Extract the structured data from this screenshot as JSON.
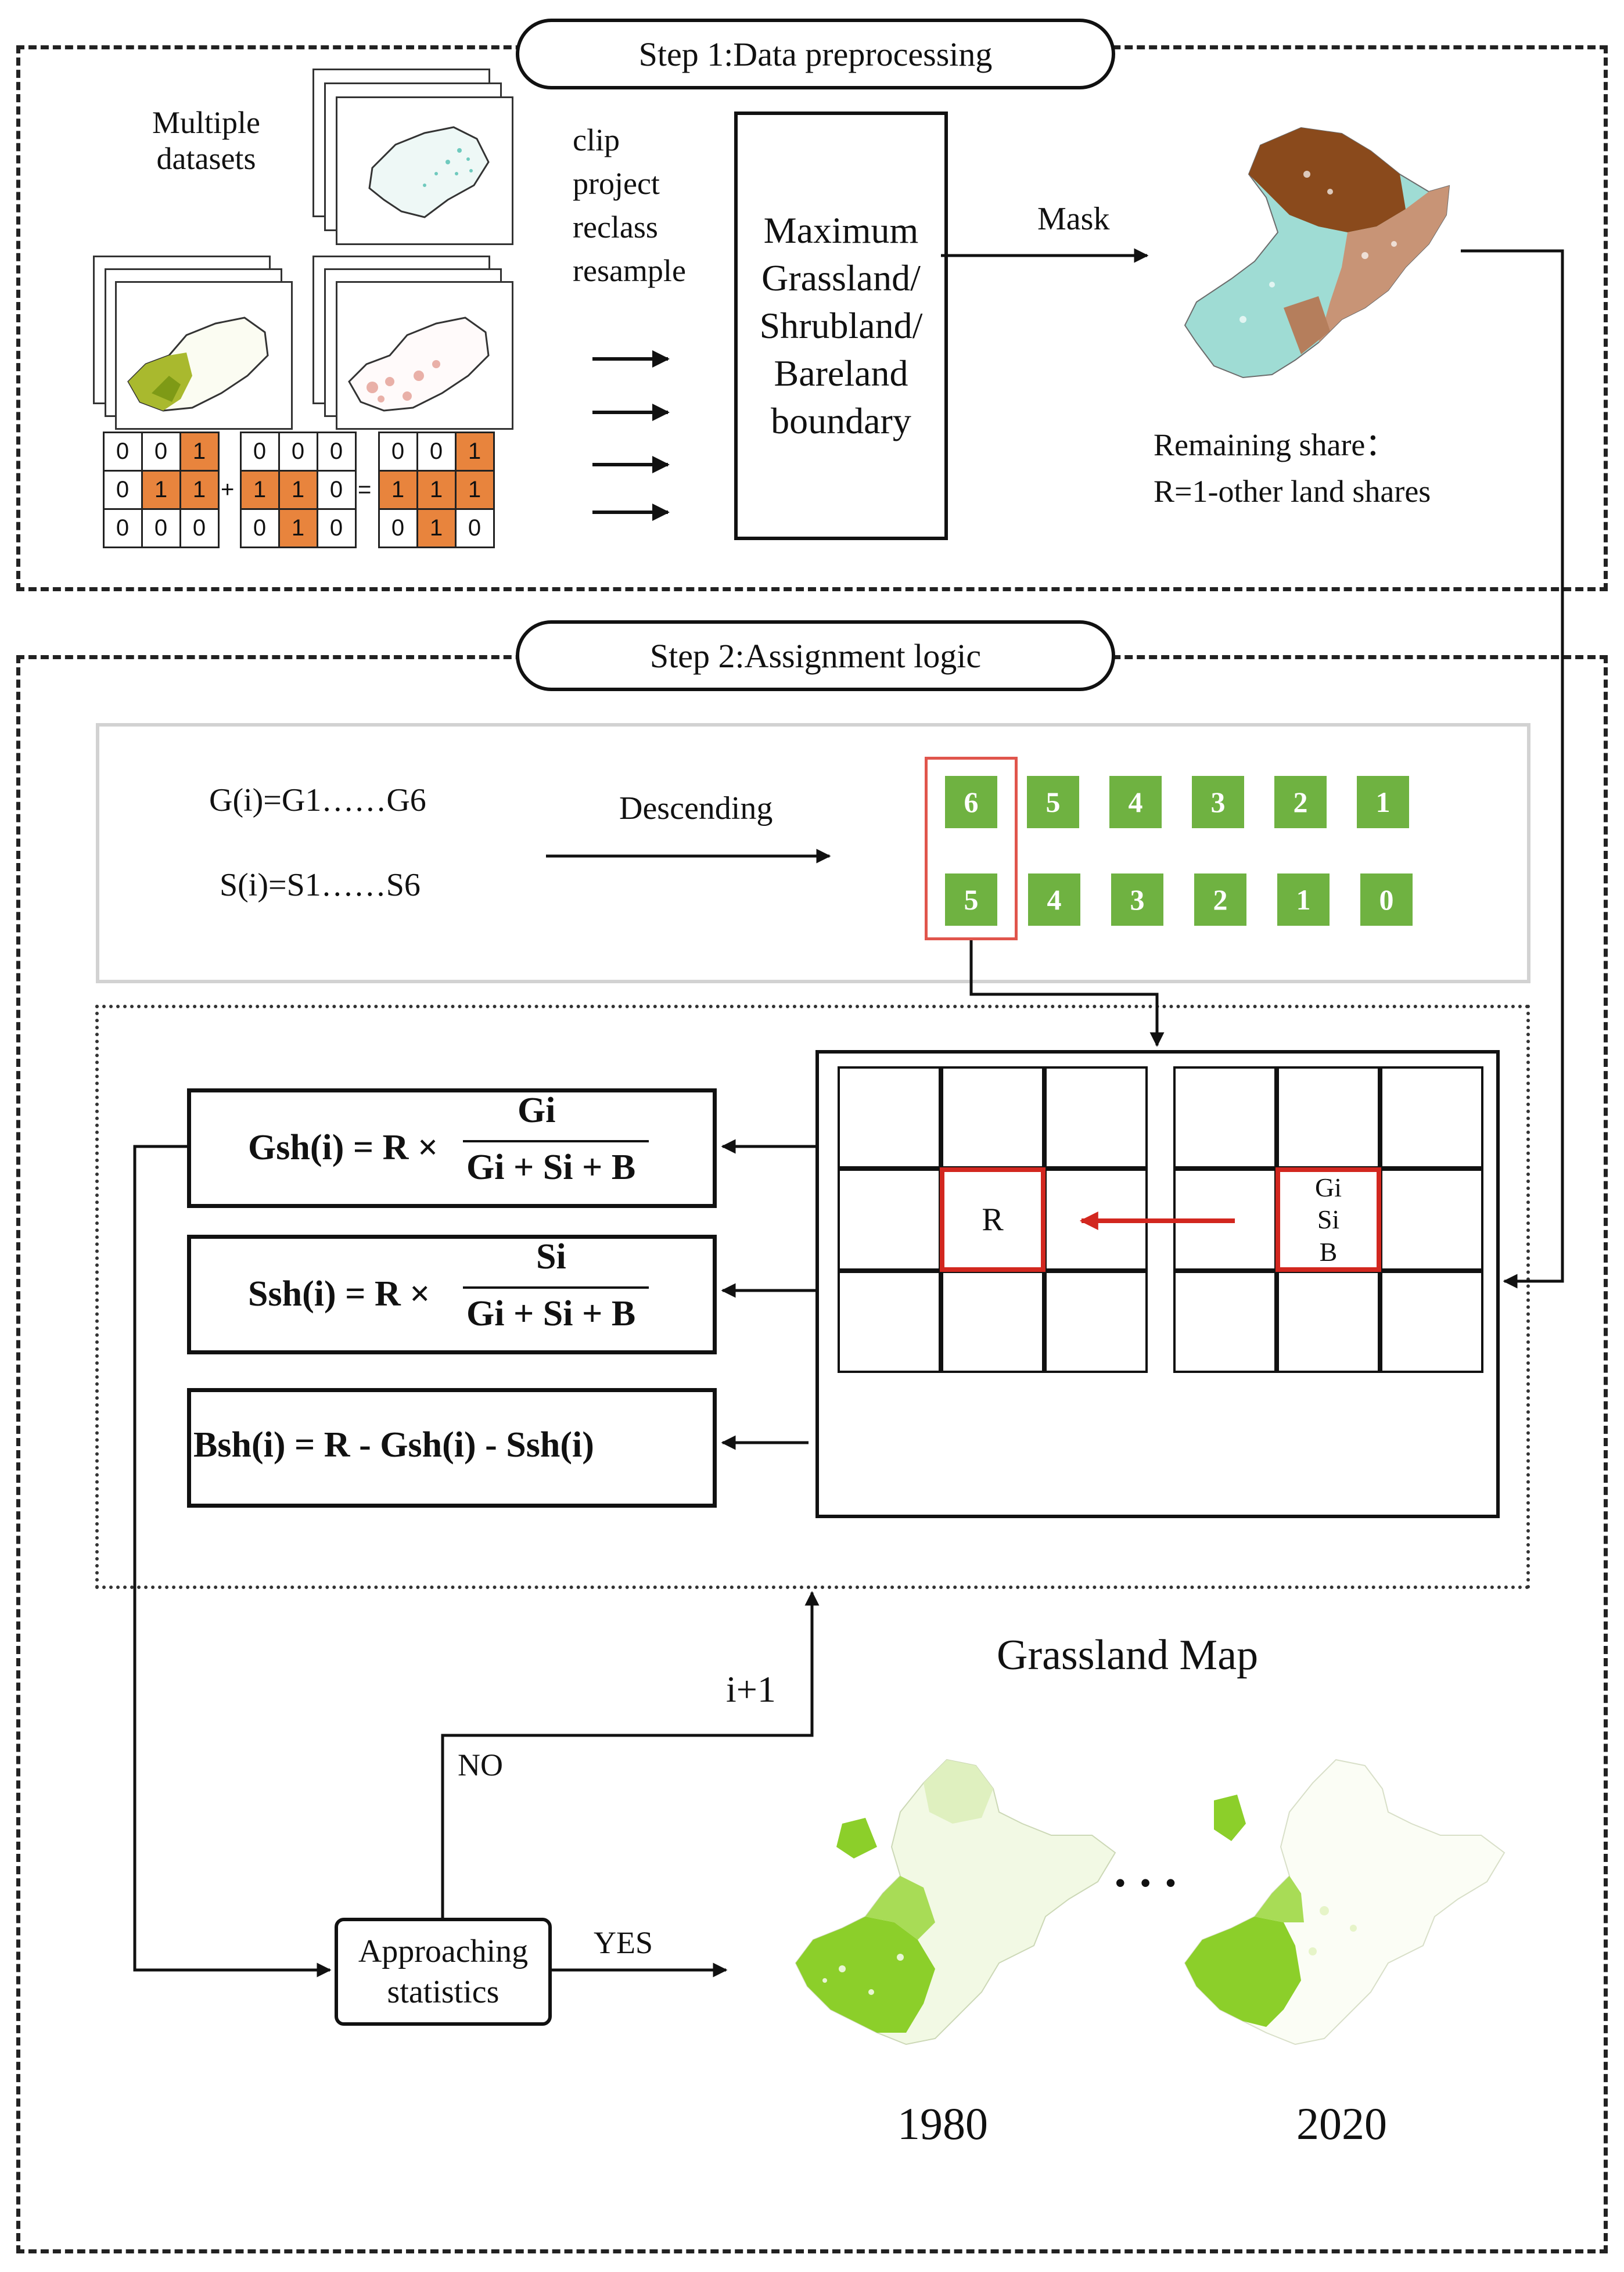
{
  "step1": {
    "title": "Step  1:Data preprocessing",
    "datasets_label": "Multiple datasets",
    "operations": [
      "clip",
      "project",
      "reclass",
      "resample"
    ],
    "boundary_box": [
      "Maximum",
      "Grassland/",
      "Shrubland/",
      "Bareland",
      "boundary"
    ],
    "mask_label": "Mask",
    "remaining_share": "Remaining share：",
    "remaining_formula": "R=1-other land shares",
    "matrices": [
      [
        [
          "0",
          "0",
          "1"
        ],
        [
          "0",
          "1",
          "1"
        ],
        [
          "0",
          "0",
          "0"
        ]
      ],
      [
        [
          "0",
          "0",
          "0"
        ],
        [
          "1",
          "1",
          "0"
        ],
        [
          "0",
          "1",
          "0"
        ]
      ],
      [
        [
          "0",
          "0",
          "1"
        ],
        [
          "1",
          "1",
          "1"
        ],
        [
          "0",
          "1",
          "0"
        ]
      ]
    ],
    "operators": [
      "+",
      "="
    ]
  },
  "step2": {
    "title": "Step  2:Assignment logic",
    "g_label": "G(i)=G1……G6",
    "s_label": "S(i)=S1……S6",
    "descending_label": "Descending",
    "g_values": [
      "6",
      "5",
      "4",
      "3",
      "2",
      "1"
    ],
    "s_values": [
      "5",
      "4",
      "3",
      "2",
      "1",
      "0"
    ],
    "formulas": {
      "gsh": {
        "lhs": "Gsh(i) = R ×",
        "num": "Gi",
        "den": "Gi + Si + B"
      },
      "ssh": {
        "lhs": "Ssh(i) = R ×",
        "num": "Si",
        "den": "Gi + Si + B"
      },
      "bsh": "Bsh(i) = R - Gsh(i) - Ssh(i)"
    },
    "grid_center_label": "R",
    "grid_source_labels": [
      "Gi",
      "Si",
      "B"
    ],
    "loop_label": "i+1",
    "no_label": "NO",
    "yes_label": "YES",
    "approach_box": [
      "Approaching",
      "statistics"
    ],
    "map_title": "Grassland Map",
    "ellipsis": "• • •",
    "years": [
      "1980",
      "2020"
    ]
  },
  "colors": {
    "green_badge": "#6fb241",
    "red_highlight": "#d2271f",
    "orange_cell": "#e8843d",
    "grassland_green": "#8ccf2a",
    "bare_brown": "#8a4a1c",
    "shrub_cyan": "#8fd9d2"
  }
}
